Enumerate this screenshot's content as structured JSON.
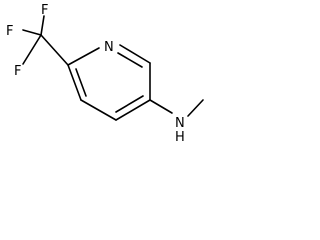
{
  "molecule": {
    "atoms": {
      "f_top": "F",
      "f_left": "F",
      "f_bottom": "F",
      "ring_nitrogen": "N",
      "amine_nitrogen": "N",
      "amine_hydrogen": "H"
    }
  }
}
